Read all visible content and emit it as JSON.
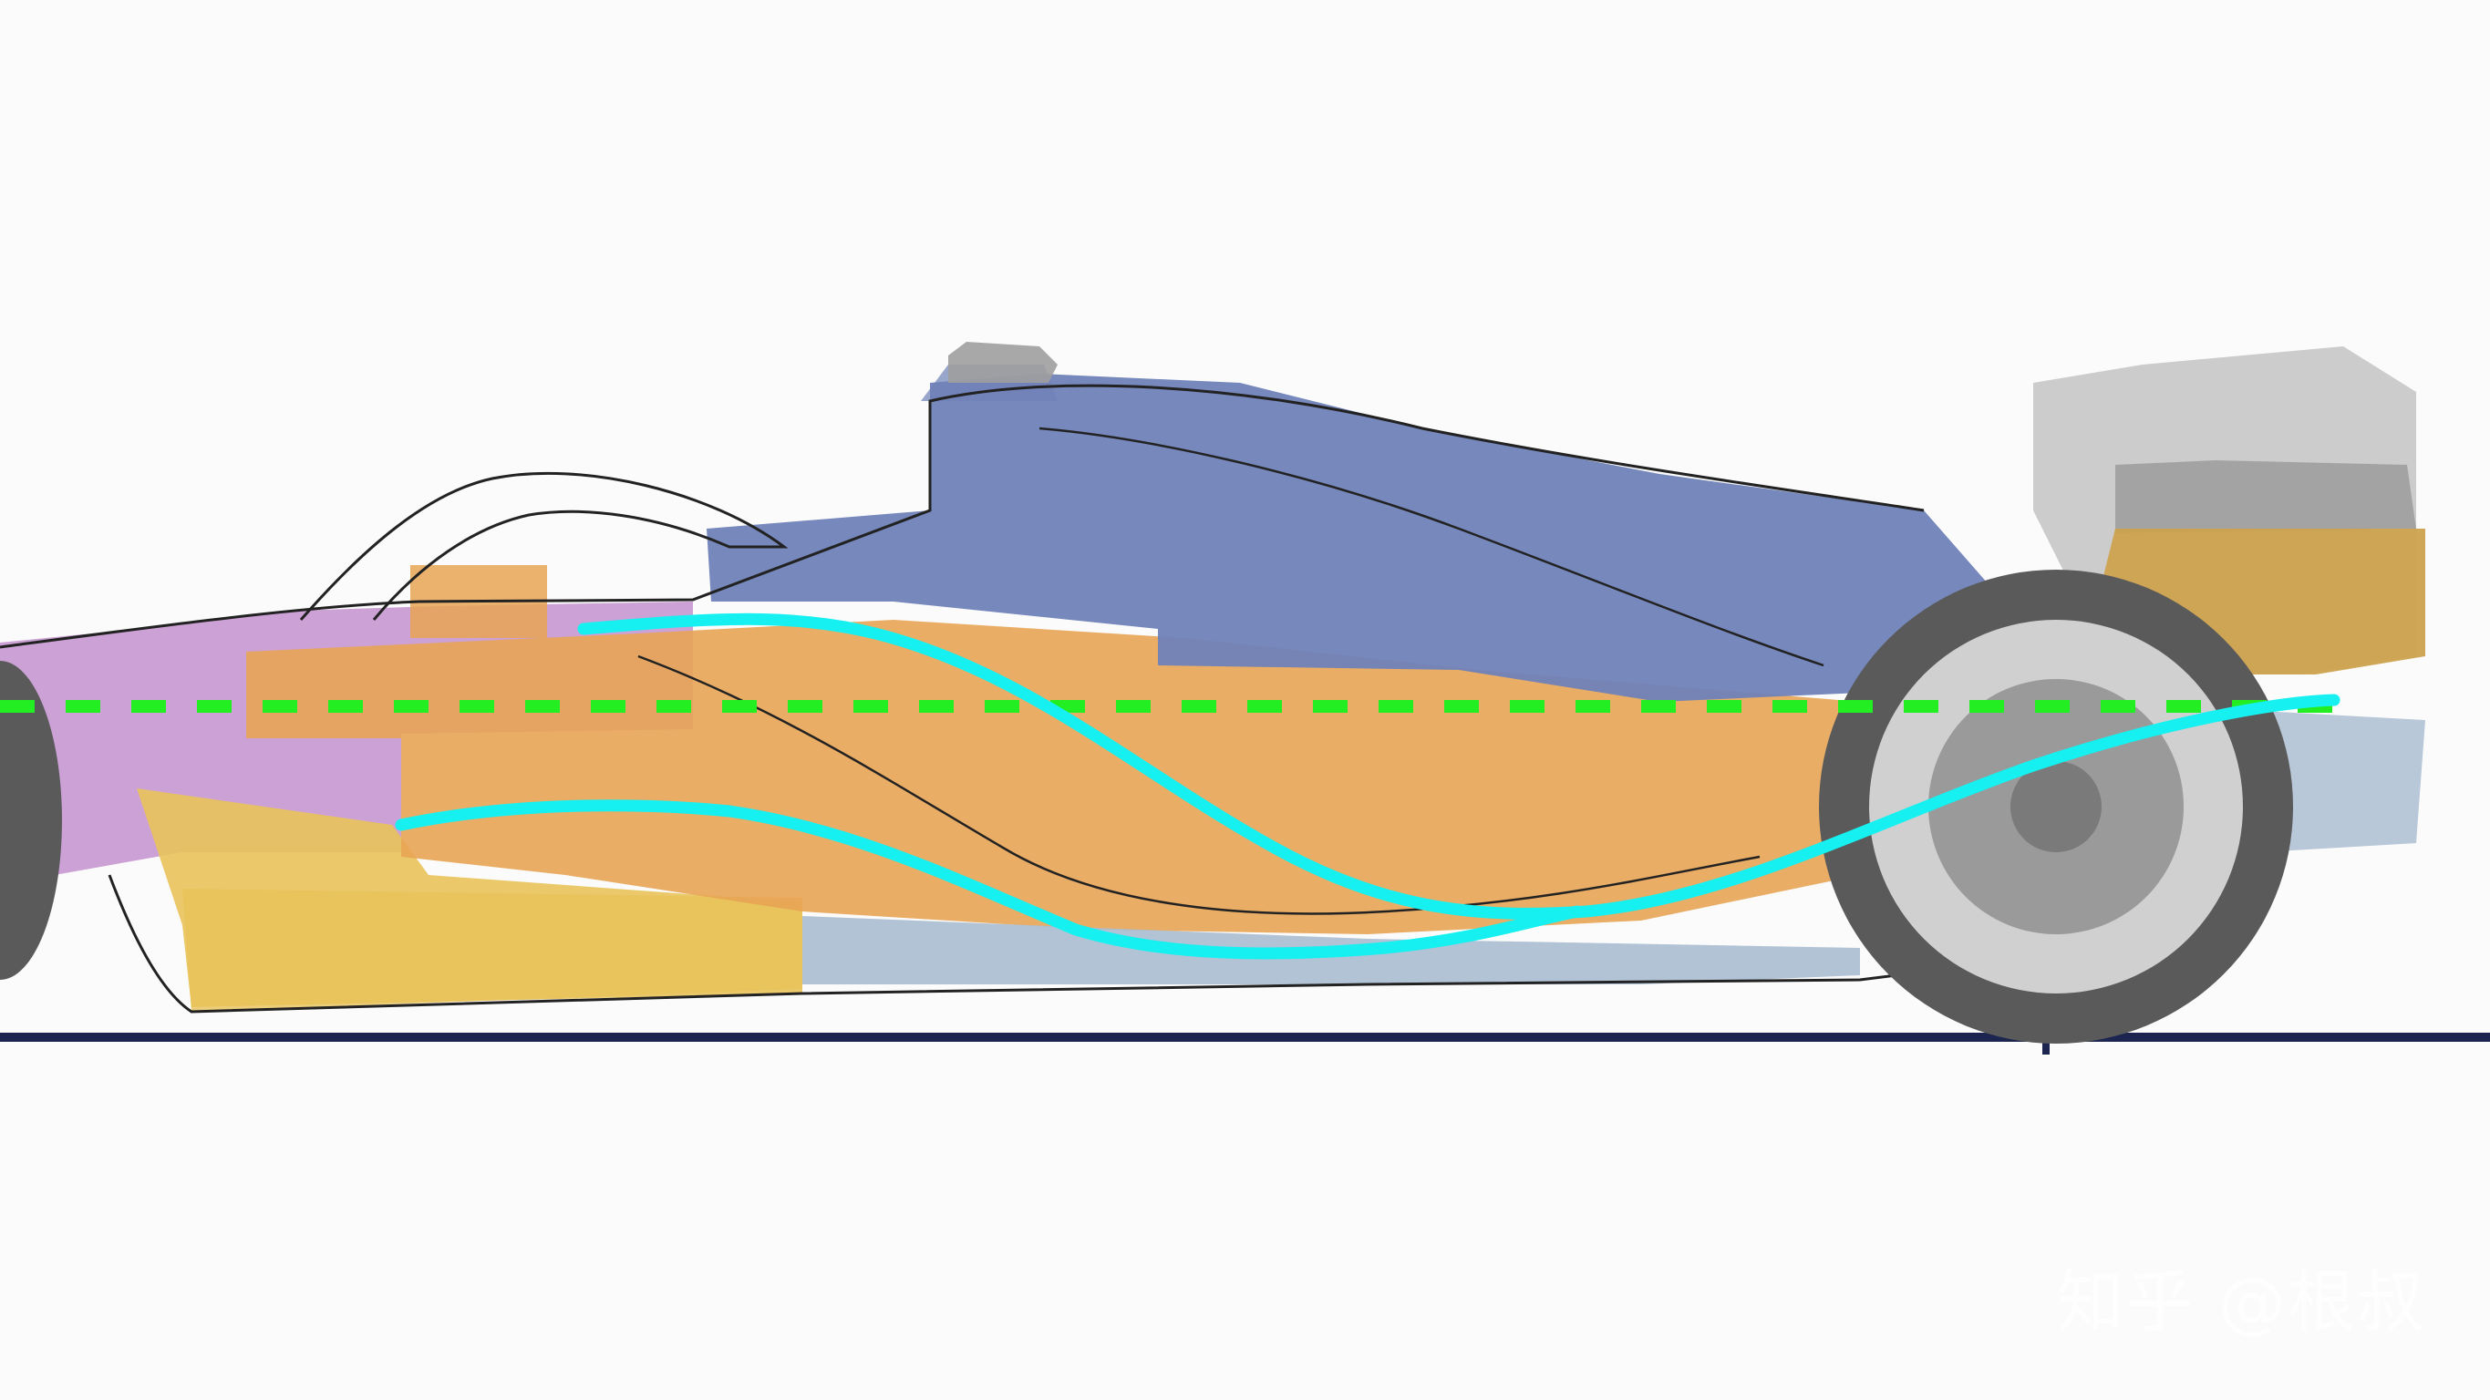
{
  "watermark": {
    "text": "知乎 @根叔"
  },
  "colors": {
    "background": "#fbfbfb",
    "nose": "#c594cf",
    "sidepod": "#e8a454",
    "floor_yellow": "#e9c35a",
    "engine_cover": "#6f82b8",
    "rear_wing": "#9e9e9e",
    "rear_wing_light": "#c9c9c9",
    "rear_gold": "#cda24e",
    "diffuser_blue": "#a8bcd0",
    "tyre": "#5a5a5a",
    "rim": "#9a9a9a",
    "ground_line": "#1c2450",
    "airflow": "#16f0f0",
    "reference_line": "#22ee22",
    "outline": "#222222"
  },
  "icons": {
    "airflow": "cyan-airflow-curve",
    "reference": "green-dashed-reference-line"
  }
}
